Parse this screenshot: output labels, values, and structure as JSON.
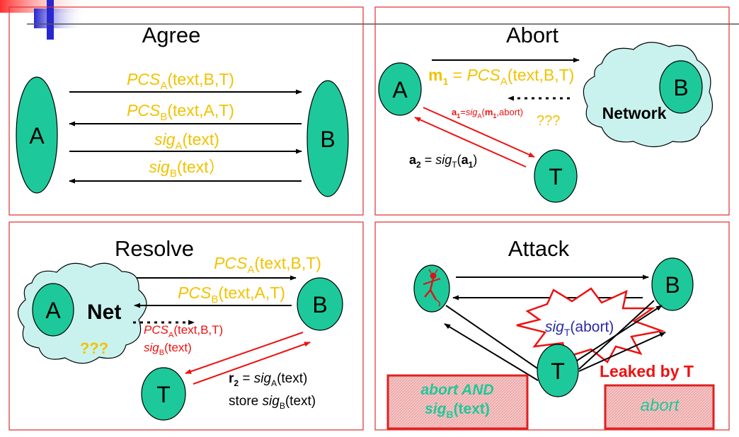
{
  "panels": {
    "agree": {
      "title": "Agree",
      "node_a": "A",
      "node_b": "B",
      "msg1": {
        "pre": "PCS",
        "sub": "A",
        "post": "(text,B,T)"
      },
      "msg2": {
        "pre": "PCS",
        "sub": "B",
        "post": "(text,A,T)"
      },
      "msg3": {
        "pre": "sig",
        "sub": "A",
        "post": "(text)"
      },
      "msg4": {
        "pre": "sig",
        "sub": "B",
        "post": "(text）"
      }
    },
    "abort": {
      "title": "Abort",
      "node_a": "A",
      "node_b": "B",
      "node_t": "T",
      "network_label": "Network",
      "m1": {
        "name": "m",
        "name_sub": "1",
        "eq": " = ",
        "pre": "PCS",
        "sub": "A",
        "post": "(text,B,T)"
      },
      "a1": {
        "name": "a",
        "name_sub": "1",
        "eq": "=",
        "pre": "sig",
        "sub": "A",
        "open": "(",
        "arg": "m",
        "arg_sub": "1",
        "post": ",abort)"
      },
      "a1_question": "???",
      "a2": {
        "name": "a",
        "name_sub": "2",
        "eq": " = ",
        "pre": "sig",
        "sub": "T",
        "open": "(",
        "arg": "a",
        "arg_sub": "1",
        "close": ")"
      }
    },
    "resolve": {
      "title": "Resolve",
      "node_a": "A",
      "node_b": "B",
      "node_t": "T",
      "net_label": "Net",
      "net_question": "???",
      "msg1": {
        "pre": "PCS",
        "sub": "A",
        "post": "(text,B,T)"
      },
      "msg2": {
        "pre": "PCS",
        "sub": "B",
        "post": "(text,A,T)"
      },
      "red1": {
        "pre": "PCS",
        "sub": "A",
        "post": "(text,B,T)"
      },
      "red2": {
        "pre": "sig",
        "sub": "B",
        "post": "(text)"
      },
      "r2": {
        "name": "r",
        "name_sub": "2",
        "eq": " = ",
        "pre": "sig",
        "sub": "A",
        "post": "(text)"
      },
      "store": {
        "pre": "store ",
        "sig": "sig",
        "sub": "B",
        "post": "(text)"
      }
    },
    "attack": {
      "title": "Attack",
      "node_b": "B",
      "node_t": "T",
      "burst": {
        "pre": "sig",
        "sub": "T",
        "post": "(abort)"
      },
      "leaked": "Leaked by T",
      "box_left_line1": "abort AND",
      "box_left_line2": {
        "pre": "sig",
        "sub": "B",
        "post": "(text)"
      },
      "box_right": "abort"
    }
  },
  "colors": {
    "panel_border": "#e03030",
    "node_fill": "#1dc99a",
    "cloud_fill": "#c9f2ee",
    "label_yellow": "#f2c200",
    "red": "#ee1111",
    "box_red": "#e02020"
  }
}
